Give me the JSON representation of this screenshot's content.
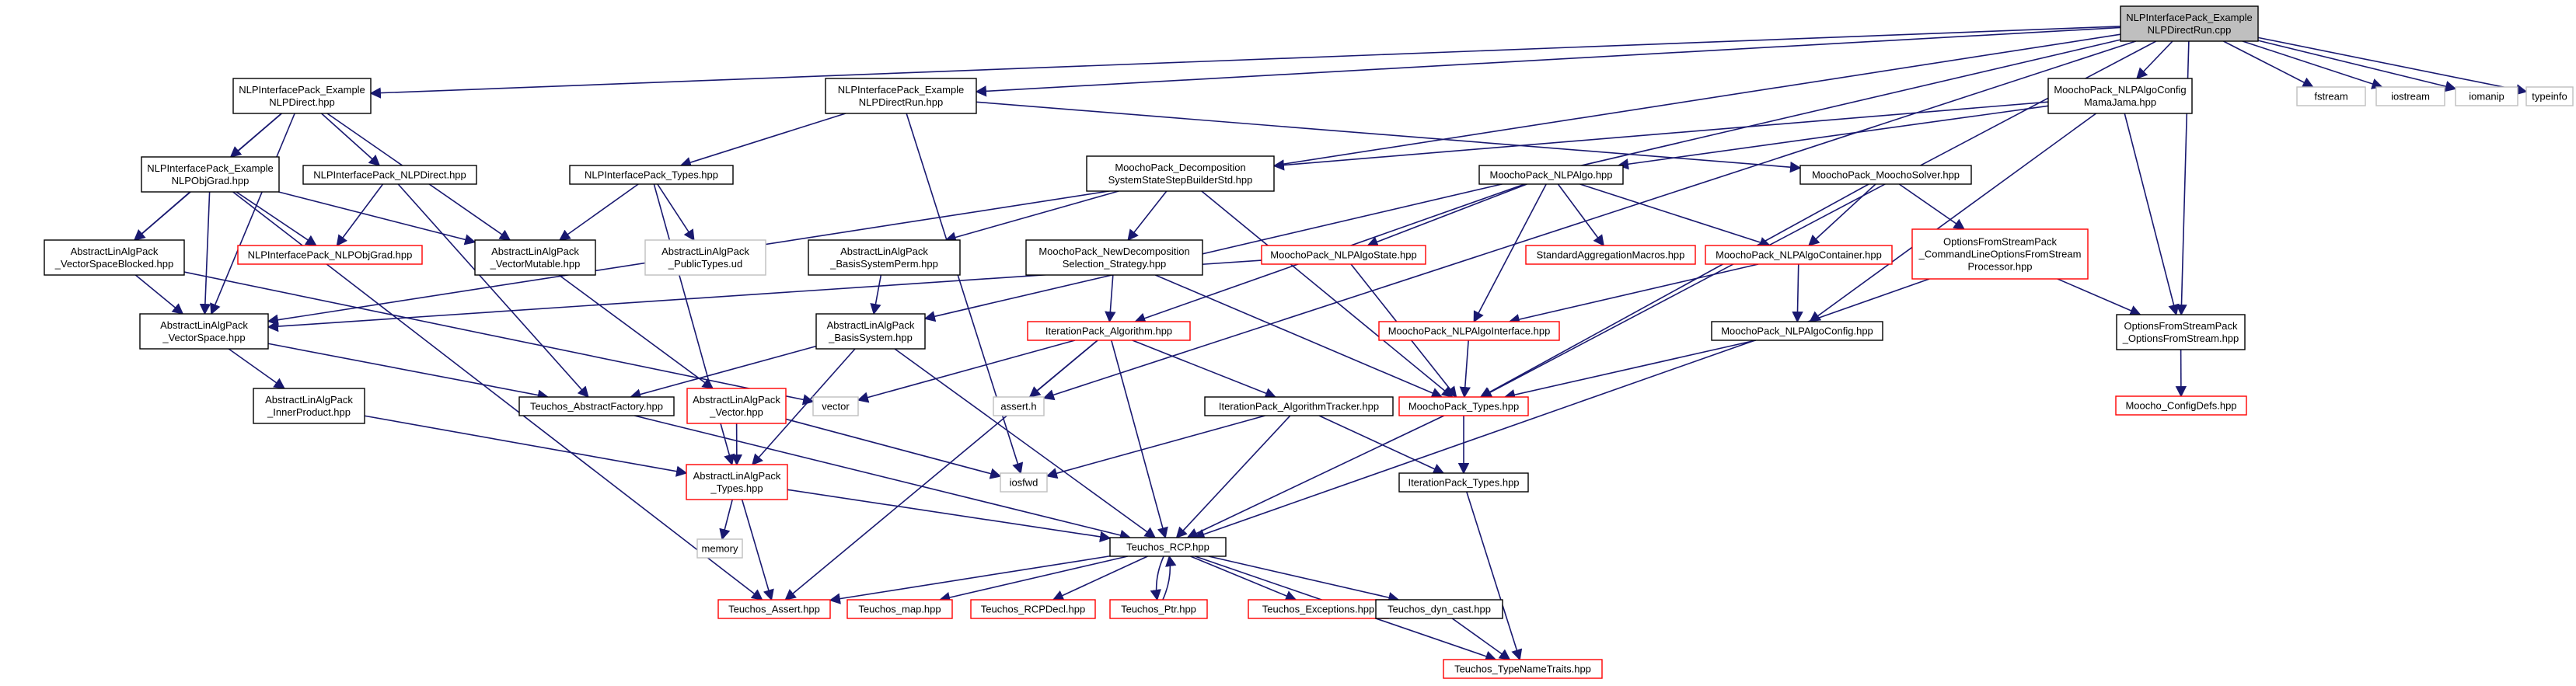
{
  "colors": {
    "edge": "#191970",
    "normal_border": "#000000",
    "missing_border": "#ff0000",
    "external_border": "#bfbfbf",
    "root_fill": "#bfbfbf",
    "fill": "#ffffff",
    "text": "#000000"
  },
  "nodes": {
    "n_root": [
      "NLPInterfacePack_Example",
      "NLPDirectRun.cpp"
    ],
    "n_exdirect": [
      "NLPInterfacePack_Example",
      "NLPDirect.hpp"
    ],
    "n_exdirectrun": [
      "NLPInterfacePack_Example",
      "NLPDirectRun.hpp"
    ],
    "n_algoconfig": [
      "MoochoPack_NLPAlgoConfig",
      "MamaJama.hpp"
    ],
    "n_fstream": [
      "fstream"
    ],
    "n_iostream": [
      "iostream"
    ],
    "n_iomanip": [
      "iomanip"
    ],
    "n_typeinfo": [
      "typeinfo"
    ],
    "n_exobjgrad": [
      "NLPInterfacePack_Example",
      "NLPObjGrad.hpp"
    ],
    "n_nlpdirect": [
      "NLPInterfacePack_NLPDirect.hpp"
    ],
    "n_nlptypes": [
      "NLPInterfacePack_Types.hpp"
    ],
    "n_decomp": [
      "MoochoPack_Decomposition",
      "SystemStateStepBuilderStd.hpp"
    ],
    "n_nlpalgo": [
      "MoochoPack_NLPAlgo.hpp"
    ],
    "n_solver": [
      "MoochoPack_MoochoSolver.hpp"
    ],
    "n_vsblocked": [
      "AbstractLinAlgPack",
      "_VectorSpaceBlocked.hpp"
    ],
    "n_nlpobjgrad": [
      "NLPInterfacePack_NLPObjGrad.hpp"
    ],
    "n_vmutable": [
      "AbstractLinAlgPack",
      "_VectorMutable.hpp"
    ],
    "n_publictypes": [
      "AbstractLinAlgPack",
      "_PublicTypes.ud"
    ],
    "n_bsperm": [
      "AbstractLinAlgPack",
      "_BasisSystemPerm.hpp"
    ],
    "n_newdecomp": [
      "MoochoPack_NewDecomposition",
      "Selection_Strategy.hpp"
    ],
    "n_algostate": [
      "MoochoPack_NLPAlgoState.hpp"
    ],
    "n_stdagg": [
      "StandardAggregationMacros.hpp"
    ],
    "n_algocontainer": [
      "MoochoPack_NLPAlgoContainer.hpp"
    ],
    "n_optstream": [
      "OptionsFromStreamPack",
      "_CommandLineOptionsFromStream",
      "Processor.hpp"
    ],
    "n_optfromstream": [
      "OptionsFromStreamPack",
      "_OptionsFromStream.hpp"
    ],
    "n_vspace": [
      "AbstractLinAlgPack",
      "_VectorSpace.hpp"
    ],
    "n_basissystem": [
      "AbstractLinAlgPack",
      "_BasisSystem.hpp"
    ],
    "n_italgo": [
      "IterationPack_Algorithm.hpp"
    ],
    "n_algointerface": [
      "MoochoPack_NLPAlgoInterface.hpp"
    ],
    "n_algoconfighpp": [
      "MoochoPack_NLPAlgoConfig.hpp"
    ],
    "n_configdefs": [
      "Moocho_ConfigDefs.hpp"
    ],
    "n_innerprod": [
      "AbstractLinAlgPack",
      "_InnerProduct.hpp"
    ],
    "n_absfactory": [
      "Teuchos_AbstractFactory.hpp"
    ],
    "n_vector": [
      "AbstractLinAlgPack",
      "_Vector.hpp"
    ],
    "n_vectorstd": [
      "vector"
    ],
    "n_asserth": [
      "assert.h"
    ],
    "n_ittracker": [
      "IterationPack_AlgorithmTracker.hpp"
    ],
    "n_mptypes": [
      "MoochoPack_Types.hpp"
    ],
    "n_iosfwd": [
      "iosfwd"
    ],
    "n_altypes": [
      "AbstractLinAlgPack",
      "_Types.hpp"
    ],
    "n_ittypes": [
      "IterationPack_Types.hpp"
    ],
    "n_memory": [
      "memory"
    ],
    "n_rcp": [
      "Teuchos_RCP.hpp"
    ],
    "n_tassert": [
      "Teuchos_Assert.hpp"
    ],
    "n_tmap": [
      "Teuchos_map.hpp"
    ],
    "n_rcpdecl": [
      "Teuchos_RCPDecl.hpp"
    ],
    "n_tptr": [
      "Teuchos_Ptr.hpp"
    ],
    "n_texcept": [
      "Teuchos_Exceptions.hpp"
    ],
    "n_dyncast": [
      "Teuchos_dyn_cast.hpp"
    ],
    "n_typenametraits": [
      "Teuchos_TypeNameTraits.hpp"
    ]
  }
}
